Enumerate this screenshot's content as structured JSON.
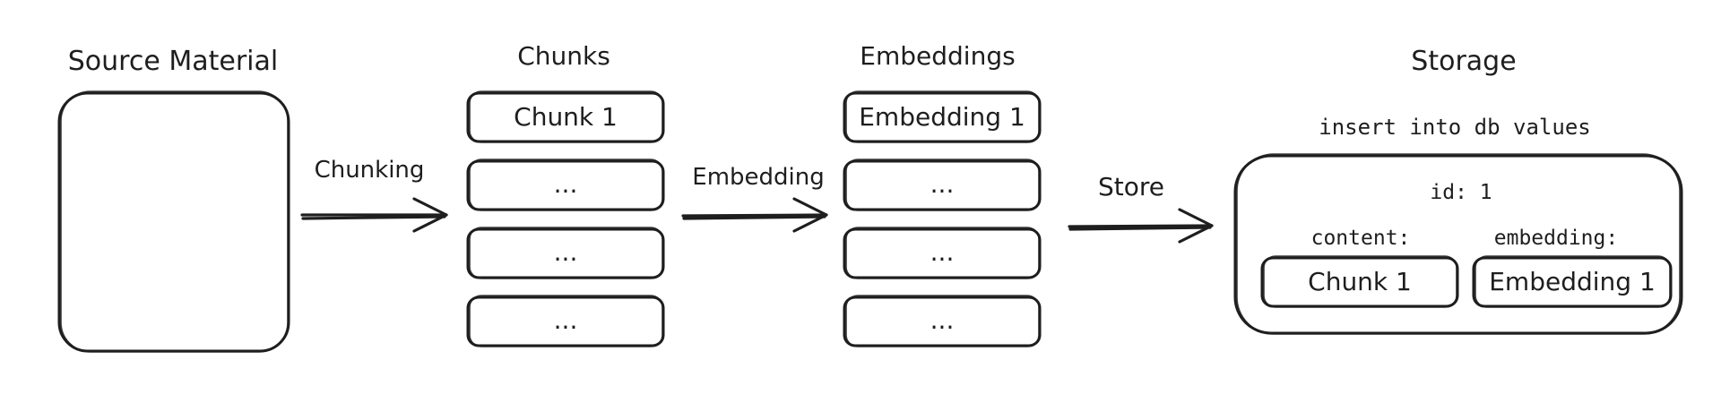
{
  "stages": {
    "source": {
      "title": "Source Material"
    },
    "chunks": {
      "title": "Chunks",
      "items": [
        "Chunk 1",
        "...",
        "...",
        "..."
      ]
    },
    "embeddings": {
      "title": "Embeddings",
      "items": [
        "Embedding 1",
        "...",
        "...",
        "..."
      ]
    },
    "storage": {
      "title": "Storage",
      "query": "insert into db values",
      "id_label": "id: 1",
      "content_label": "content:",
      "embedding_label": "embedding:",
      "content_value": "Chunk 1",
      "embedding_value": "Embedding 1"
    }
  },
  "arrows": {
    "chunking": "Chunking",
    "embedding": "Embedding",
    "store": "Store"
  },
  "colors": {
    "stroke": "#1e1e1e",
    "background": "#ffffff"
  }
}
